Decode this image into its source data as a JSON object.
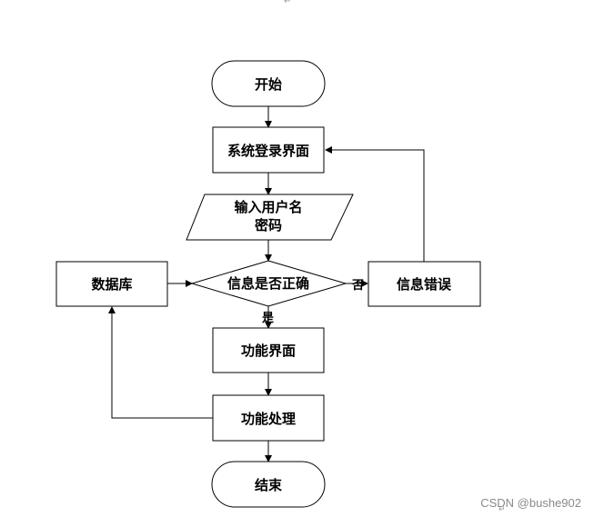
{
  "diagram": {
    "nodes": {
      "start": "开始",
      "login": "系统登录界面",
      "input_line1": "输入用户名",
      "input_line2": "密码",
      "decision": "信息是否正确",
      "database": "数据库",
      "error": "信息错误",
      "function_ui": "功能界面",
      "function_process": "功能处理",
      "end": "结束"
    },
    "edges": {
      "no_label": "否",
      "yes_label": "是"
    }
  },
  "marks": {
    "top": "↵",
    "bottom": "↵"
  },
  "watermark": "CSDN @bushe902"
}
